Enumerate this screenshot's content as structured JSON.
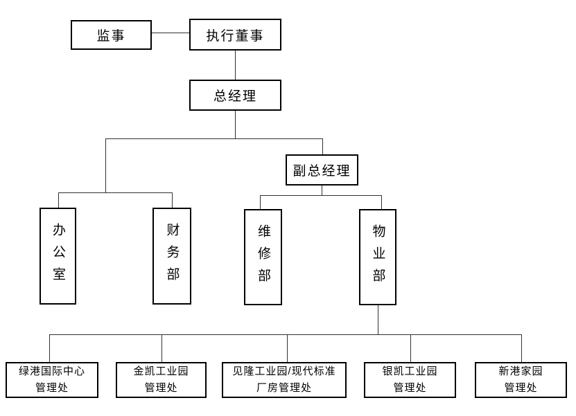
{
  "colors": {
    "background": "#ffffff",
    "box_border": "#000000",
    "box_fill": "#ffffff",
    "connector": "#303030",
    "text": "#000000"
  },
  "diagram_type": "org-chart",
  "nodes": {
    "supervisor": {
      "label": "监事"
    },
    "executive_director": {
      "label": "执行董事"
    },
    "general_manager": {
      "label": "总经理"
    },
    "deputy_general_manager": {
      "label": "副总经理"
    },
    "office": {
      "label": "办公室"
    },
    "finance_dept": {
      "label": "财务部"
    },
    "maintenance_dept": {
      "label": "维修部"
    },
    "property_dept": {
      "label": "物业部"
    },
    "lvgang_intl_center_office": {
      "label": "绿港国际中心管理处",
      "line1": "绿港国际中心",
      "line2": "管理处"
    },
    "jinkai_industrial_park_office": {
      "label": "金凯工业园管理处",
      "line1": "金凯工业园",
      "line2": "管理处"
    },
    "jianlong_modern_plant_office": {
      "label": "见隆工业园/现代标准厂房管理处",
      "line1": "见隆工业园/现代标准",
      "line2": "厂房管理处"
    },
    "yinkai_industrial_park_office": {
      "label": "银凯工业园管理处",
      "line1": "银凯工业园",
      "line2": "管理处"
    },
    "xingang_homeland_office": {
      "label": "新港家园管理处",
      "line1": "新港家园",
      "line2": "管理处"
    }
  },
  "edges": [
    {
      "from": "supervisor",
      "to": "executive_director",
      "type": "peer"
    },
    {
      "from": "executive_director",
      "to": "general_manager",
      "type": "reports"
    },
    {
      "from": "general_manager",
      "to": "office",
      "type": "reports"
    },
    {
      "from": "general_manager",
      "to": "finance_dept",
      "type": "reports"
    },
    {
      "from": "general_manager",
      "to": "deputy_general_manager",
      "type": "reports"
    },
    {
      "from": "deputy_general_manager",
      "to": "maintenance_dept",
      "type": "reports"
    },
    {
      "from": "deputy_general_manager",
      "to": "property_dept",
      "type": "reports"
    },
    {
      "from": "property_dept",
      "to": "lvgang_intl_center_office",
      "type": "reports"
    },
    {
      "from": "property_dept",
      "to": "jinkai_industrial_park_office",
      "type": "reports"
    },
    {
      "from": "property_dept",
      "to": "jianlong_modern_plant_office",
      "type": "reports"
    },
    {
      "from": "property_dept",
      "to": "yinkai_industrial_park_office",
      "type": "reports"
    },
    {
      "from": "property_dept",
      "to": "xingang_homeland_office",
      "type": "reports"
    }
  ]
}
